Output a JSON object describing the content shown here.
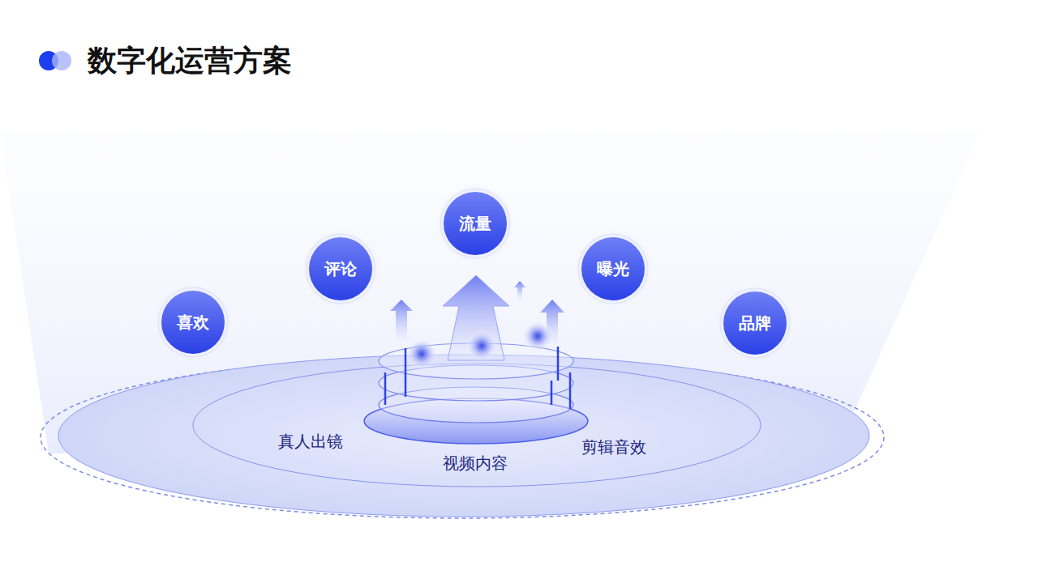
{
  "diagram": {
    "title": "数字化运营方案",
    "nodes": [
      {
        "text": [
          "喜欢"
        ]
      },
      {
        "text": [
          "评论"
        ]
      },
      {
        "text": [
          "流量"
        ]
      },
      {
        "text": [
          "曝光"
        ]
      },
      {
        "text": [
          "品牌"
        ]
      }
    ],
    "labels": [
      "真人出镜",
      "视频内容",
      "剪辑音效"
    ]
  }
}
